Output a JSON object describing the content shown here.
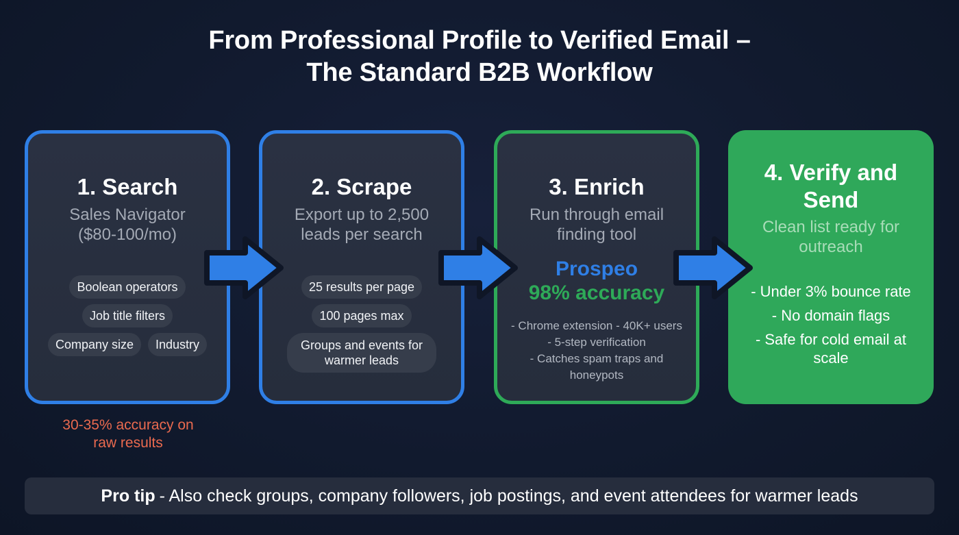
{
  "title": {
    "line1": "From Professional Profile to Verified Email –",
    "line2": "The Standard B2B Workflow"
  },
  "colors": {
    "background": "#111a2e",
    "accent_blue": "#2f7fe6",
    "accent_green": "#2fa85a",
    "warning_orange": "#ea6a4f",
    "card_bg": "#282f3f"
  },
  "steps": [
    {
      "title": "1. Search",
      "subtitle_line1": "Sales Navigator",
      "subtitle_line2": "($80-100/mo)",
      "chips": [
        "Boolean operators",
        "Job title filters",
        "Company size",
        "Industry"
      ],
      "border_color": "#2f7fe6"
    },
    {
      "title": "2. Scrape",
      "subtitle_line1": "Export up to 2,500",
      "subtitle_line2": "leads per search",
      "chips": [
        "25 results per page",
        "100 pages max",
        "Groups and events for warmer leads"
      ],
      "chip_wrapped": [
        "Groups and events for",
        "warmer leads"
      ],
      "border_color": "#2f7fe6"
    },
    {
      "title": "3. Enrich",
      "subtitle_line1": "Run through email",
      "subtitle_line2": "finding tool",
      "brand": "Prospeo",
      "accuracy": "98% accuracy",
      "notes": [
        "- Chrome extension - 40K+ users",
        "- 5-step verification",
        "- Catches spam traps and",
        "honeypots"
      ],
      "border_color": "#2eaa58"
    },
    {
      "title_line1": "4. Verify and",
      "title_line2": "Send",
      "subtitle_line1": "Clean list ready for",
      "subtitle_line2": "outreach",
      "bullets": [
        "- Under 3% bounce rate",
        "- No domain flags",
        "- Safe for cold email at",
        "scale"
      ],
      "fill_color": "#2fa85a"
    }
  ],
  "arrows": [
    {
      "from": "1. Search",
      "to": "2. Scrape"
    },
    {
      "from": "2. Scrape",
      "to": "3. Enrich"
    },
    {
      "from": "3. Enrich",
      "to": "4. Verify and Send"
    }
  ],
  "search_warning": {
    "line1": "30-35% accuracy on",
    "line2": "raw results"
  },
  "pro_tip": {
    "label": "Pro tip",
    "text": "- Also check groups, company followers, job postings, and event attendees for warmer leads"
  }
}
